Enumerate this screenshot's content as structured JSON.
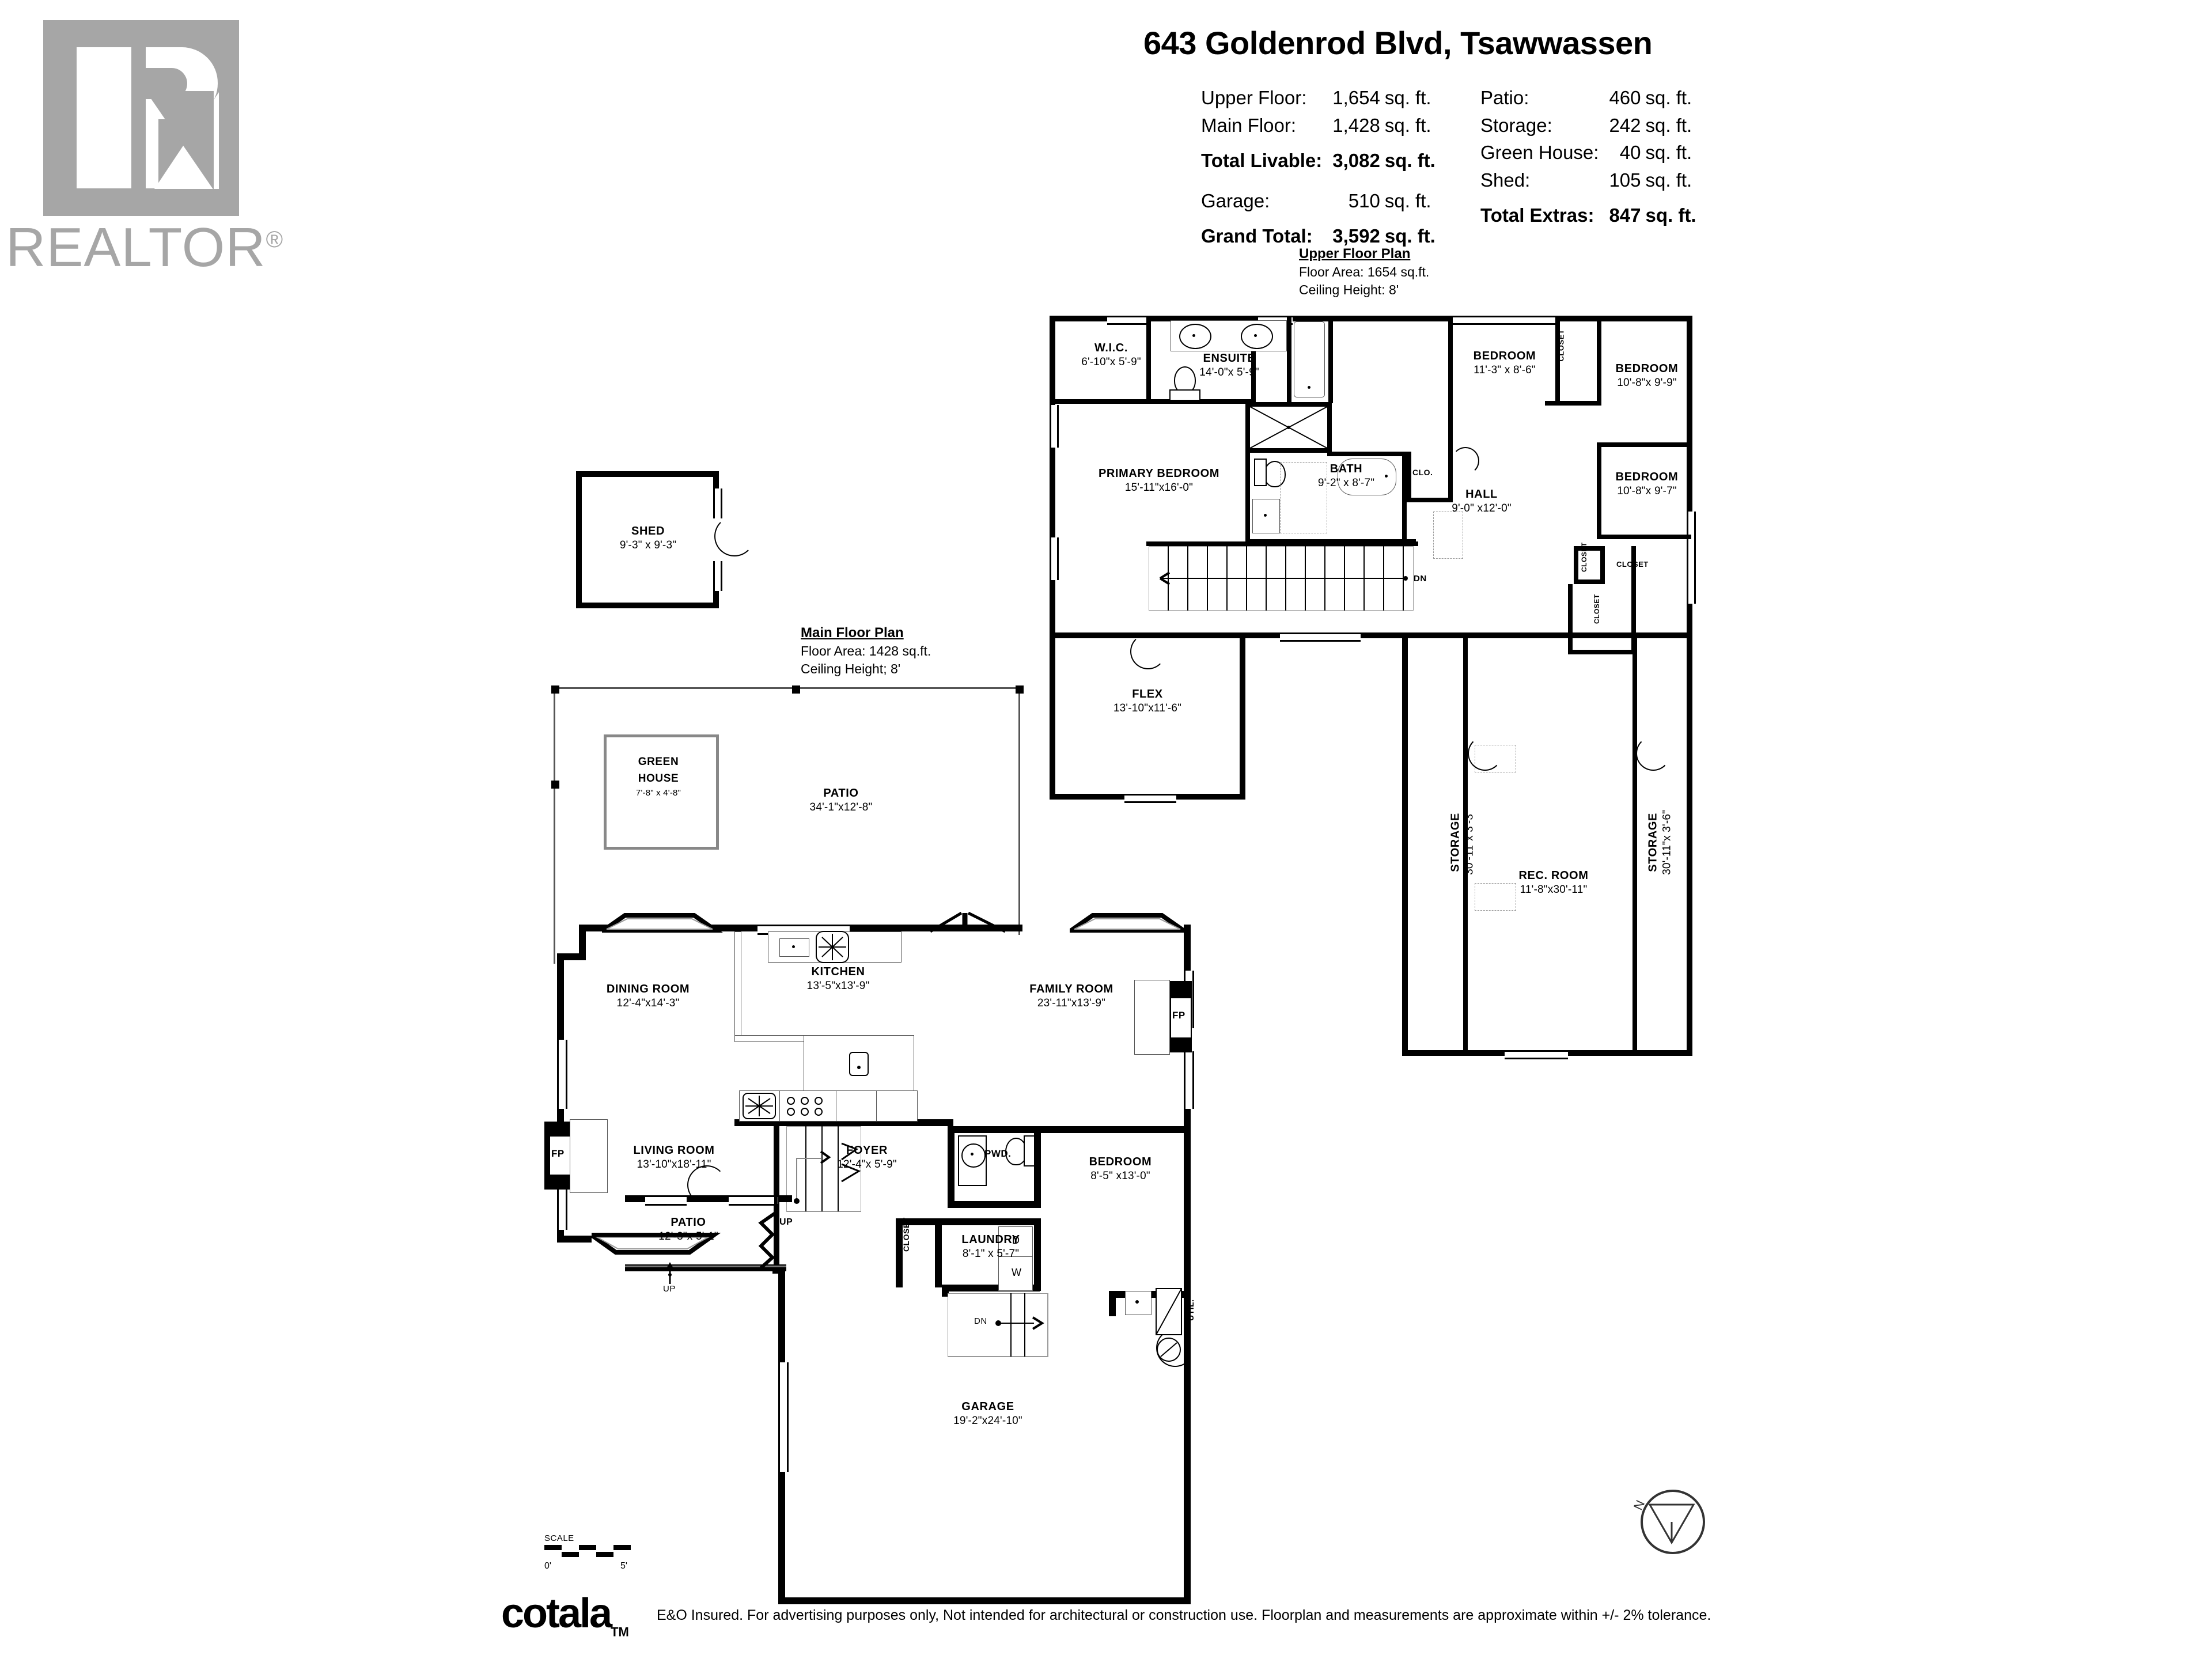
{
  "logo": {
    "brand": "REALTOR",
    "registered": "®"
  },
  "header": {
    "title": "643 Goldenrod Blvd, Tsawwassen",
    "left_rows": [
      {
        "label": "Upper Floor:",
        "value": "1,654",
        "unit": "sq. ft.",
        "bold": false
      },
      {
        "label": "Main Floor:",
        "value": "1,428",
        "unit": "sq. ft.",
        "bold": false
      },
      {
        "label": "Total Livable:",
        "value": "3,082",
        "unit": "sq. ft.",
        "bold": true
      },
      {
        "label": "Garage:",
        "value": "510",
        "unit": "sq. ft.",
        "bold": false
      },
      {
        "label": "Grand Total:",
        "value": "3,592",
        "unit": "sq. ft.",
        "bold": true
      }
    ],
    "right_rows": [
      {
        "label": "Patio:",
        "value": "460",
        "unit": "sq. ft.",
        "bold": false
      },
      {
        "label": "Storage:",
        "value": "242",
        "unit": "sq. ft.",
        "bold": false
      },
      {
        "label": "Green House:",
        "value": "40",
        "unit": "sq. ft.",
        "bold": false
      },
      {
        "label": "Shed:",
        "value": "105",
        "unit": "sq. ft.",
        "bold": false
      },
      {
        "label": "Total Extras:",
        "value": "847",
        "unit": "sq. ft.",
        "bold": true
      }
    ]
  },
  "upper_plan": {
    "title": "Upper Floor Plan",
    "floor_area": "Floor Area: 1654 sq.ft.",
    "ceiling_height": "Ceiling Height: 8'",
    "rooms": [
      {
        "name": "W.I.C.",
        "dim": "6'-10\"x 5'-9\""
      },
      {
        "name": "ENSUITE",
        "dim": "14'-0\"x 5'-9\""
      },
      {
        "name": "BEDROOM",
        "dim": "11'-3\" x 8'-6\""
      },
      {
        "name": "BEDROOM",
        "dim": "10'-8\"x 9'-9\""
      },
      {
        "name": "PRIMARY BEDROOM",
        "dim": "15'-11\"x16'-0\""
      },
      {
        "name": "BATH",
        "dim": "9'-2\" x 8'-7\""
      },
      {
        "name": "BEDROOM",
        "dim": "10'-8\"x 9'-7\""
      },
      {
        "name": "HALL",
        "dim": "9'-0\" x12'-0\""
      },
      {
        "name": "FLEX",
        "dim": "13'-10\"x11'-6\""
      },
      {
        "name": "STORAGE",
        "dim": "30'-11\"x 3'-3\""
      },
      {
        "name": "REC. ROOM",
        "dim": "11'-8\"x30'-11\""
      },
      {
        "name": "STORAGE",
        "dim": "30'-11\"x 3'-6\""
      }
    ],
    "labels": {
      "clo": "CLO.",
      "closet": "CLOSET",
      "dn": "DN"
    }
  },
  "main_plan": {
    "title": "Main Floor Plan",
    "floor_area": "Floor Area: 1428 sq.ft.",
    "ceiling_height": "Ceiling Height; 8'",
    "rooms": [
      {
        "name": "GREEN HOUSE",
        "dim": "7'-8\" x  4'-8\""
      },
      {
        "name": "PATIO",
        "dim": "34'-1\"x12'-8\""
      },
      {
        "name": "DINING ROOM",
        "dim": "12'-4\"x14'-3\""
      },
      {
        "name": "KITCHEN",
        "dim": "13'-5\"x13'-9\""
      },
      {
        "name": "FAMILY ROOM",
        "dim": "23'-11\"x13'-9\""
      },
      {
        "name": "LIVING ROOM",
        "dim": "13'-10\"x18'-11\""
      },
      {
        "name": "FOYER",
        "dim": "12'-4\"x  5'-9\""
      },
      {
        "name": "LAUNDRY",
        "dim": "8'-1\" x 5'-7\""
      },
      {
        "name": "BEDROOM",
        "dim": "8'-5\" x13'-0\""
      },
      {
        "name": "PATIO",
        "dim": "12'-3\"x  5'-1\""
      },
      {
        "name": "GARAGE",
        "dim": "19'-2\"x24'-10\""
      }
    ],
    "labels": {
      "fp": "FP",
      "pwd": "PWD.",
      "closet": "CLOSET",
      "util": "UTIL.",
      "dryer": "D",
      "washer": "W",
      "up": "UP",
      "dn": "DN"
    }
  },
  "shed": {
    "name": "SHED",
    "dim": "9'-3\" x  9'-3\""
  },
  "scale": {
    "label": "SCALE",
    "min": "0'",
    "max": "5'"
  },
  "compass": {
    "north": "N"
  },
  "footer": {
    "brand": "cotala",
    "tm": "TM",
    "disclaimer": "E&O Insured. For advertising purposes only, Not intended for architectural or construction use. Floorplan and measurements are approximate within +/- 2% tolerance."
  }
}
